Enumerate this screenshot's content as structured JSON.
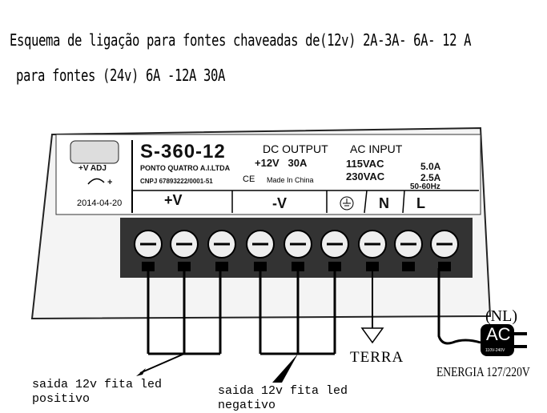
{
  "title": {
    "line1": "Esquema de ligação para fontes chaveadas  de(12v) 2A-3A- 6A- 12 A",
    "line2": "para fontes (24v) 6A -12A 30A"
  },
  "psu": {
    "model": "S-360-12",
    "company": "PONTO QUATRO A.I.LTDA",
    "cnpj": "CNPJ 67893222/0001-51",
    "adj_label": "+V ADJ",
    "adj_plus": "+",
    "date": "2014-04-20",
    "ce": "CE",
    "dc_output_label": "DC OUTPUT",
    "dc_output_value": "+12V   30A",
    "made_in": "Made In China",
    "ac_input_label": "AC INPUT",
    "ac_115": "115VAC",
    "ac_230": "230VAC",
    "amp_50": "5.0A",
    "amp_25": "2.5A",
    "freq": "50-60Hz",
    "terminal_pos": "+V",
    "terminal_neg": "-V",
    "terminal_n": "N",
    "terminal_l": "L"
  },
  "annotations": {
    "out_pos": [
      "saida 12v fita led",
      "positivo"
    ],
    "out_neg": [
      "saida 12v fita led",
      "negativo"
    ],
    "ground": "TERRA",
    "nl": "(NL)",
    "plug_ac": "AC",
    "plug_range": "110V-240V",
    "energy": "ENERGIA 127/220V"
  }
}
